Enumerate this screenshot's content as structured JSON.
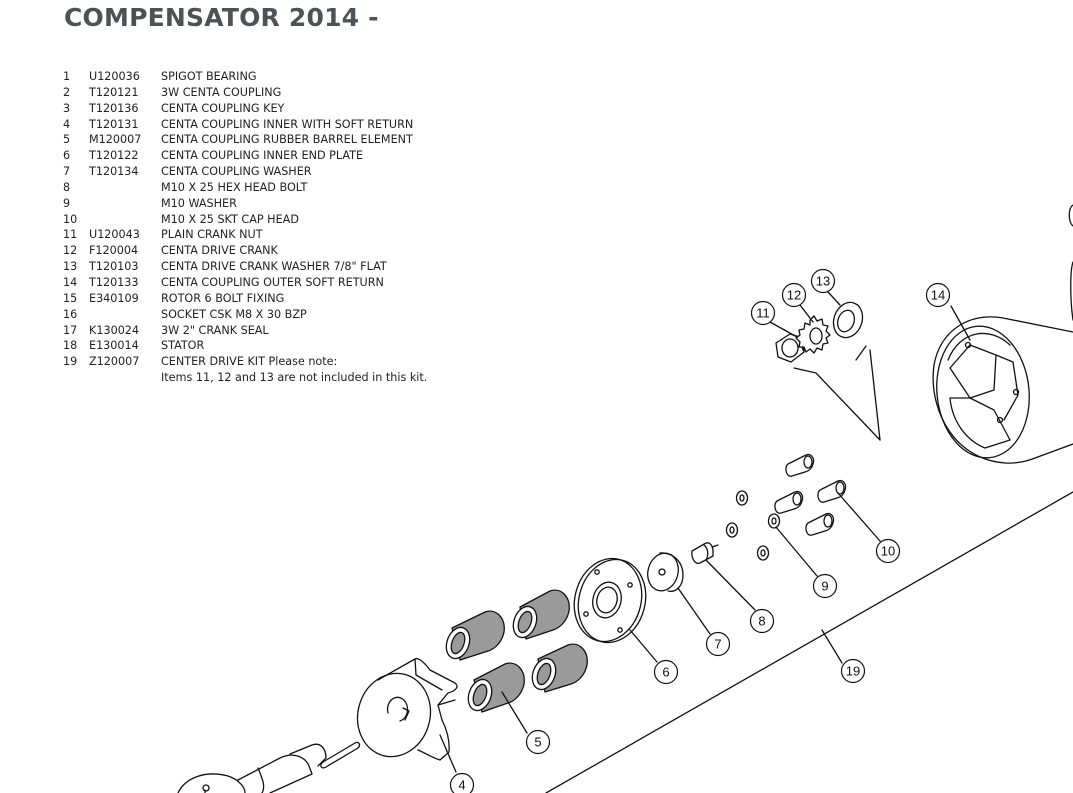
{
  "title": "COMPENSATOR 2014 -",
  "parts": [
    {
      "num": "1",
      "code": "U120036",
      "desc": "SPIGOT BEARING"
    },
    {
      "num": "2",
      "code": "T120121",
      "desc": "3W CENTA COUPLING"
    },
    {
      "num": "3",
      "code": "T120136",
      "desc": "CENTA COUPLING KEY"
    },
    {
      "num": "4",
      "code": "T120131",
      "desc": "CENTA COUPLING INNER WITH SOFT RETURN"
    },
    {
      "num": "5",
      "code": "M120007",
      "desc": "CENTA COUPLING RUBBER BARREL ELEMENT"
    },
    {
      "num": "6",
      "code": "T120122",
      "desc": "CENTA COUPLING INNER END PLATE"
    },
    {
      "num": "7",
      "code": "T120134",
      "desc": "CENTA COUPLING WASHER"
    },
    {
      "num": "8",
      "code": "",
      "desc": "M10 X 25 HEX HEAD BOLT"
    },
    {
      "num": "9",
      "code": "",
      "desc": "M10 WASHER"
    },
    {
      "num": "10",
      "code": "",
      "desc": "M10 X 25 SKT CAP HEAD"
    },
    {
      "num": "11",
      "code": "U120043",
      "desc": "PLAIN CRANK NUT"
    },
    {
      "num": "12",
      "code": "F120004",
      "desc": "CENTA DRIVE CRANK"
    },
    {
      "num": "13",
      "code": "T120103",
      "desc": "CENTA DRIVE CRANK WASHER 7/8\" FLAT"
    },
    {
      "num": "14",
      "code": "T120133",
      "desc": "CENTA COUPLING OUTER SOFT RETURN"
    },
    {
      "num": "15",
      "code": "E340109",
      "desc": "ROTOR 6 BOLT FIXING"
    },
    {
      "num": "16",
      "code": "",
      "desc": "SOCKET CSK M8 X 30 BZP"
    },
    {
      "num": "17",
      "code": "K130024",
      "desc": "3W 2\" CRANK SEAL"
    },
    {
      "num": "18",
      "code": "E130014",
      "desc": "STATOR"
    },
    {
      "num": "19",
      "code": "Z120007",
      "desc": "CENTER DRIVE KIT Please note:"
    },
    {
      "num": "",
      "code": "",
      "desc": "Items 11, 12 and 13 are not included in this kit."
    }
  ],
  "callouts": [
    "4",
    "5",
    "6",
    "7",
    "8",
    "9",
    "10",
    "11",
    "12",
    "13",
    "14",
    "19"
  ],
  "colors": {
    "title": "#4d5257",
    "line": "#111111",
    "rubber": "#9a9a9a"
  }
}
